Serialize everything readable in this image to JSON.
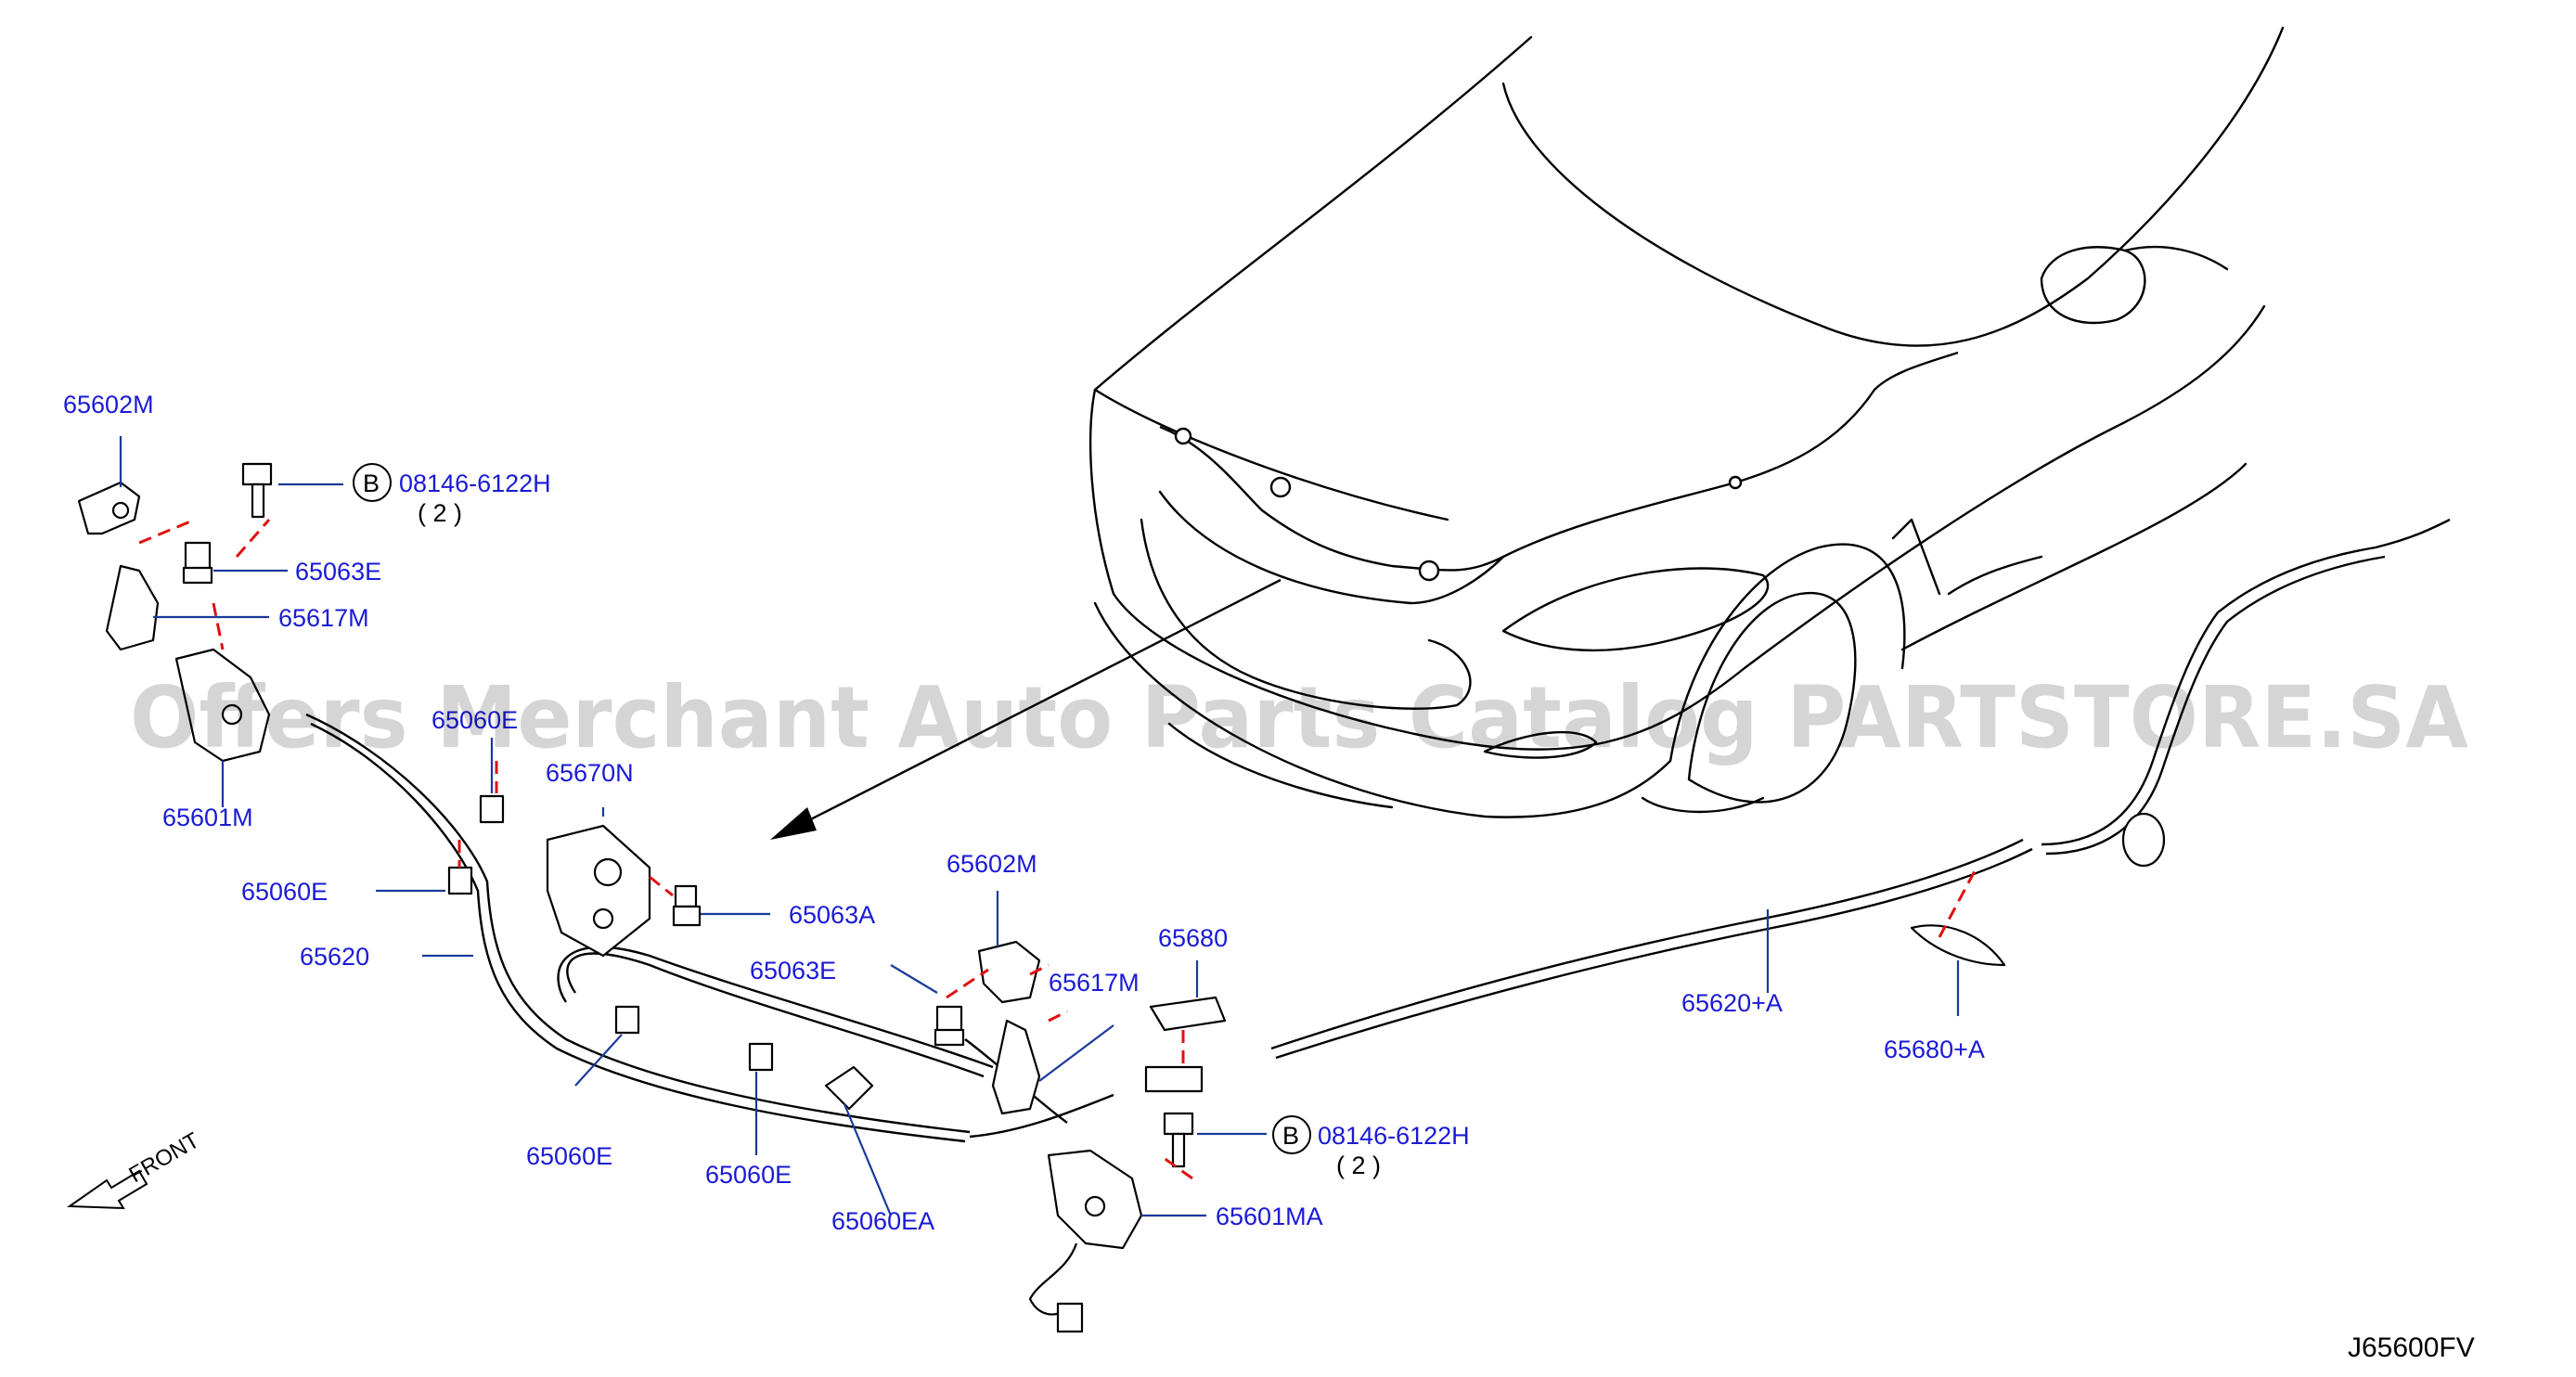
{
  "diagram_code": "J65600FV",
  "watermark": "Offers Merchant Auto Parts Catalog PARTSTORE.SA",
  "front_arrow_label": "FRONT",
  "bolt_callout": {
    "circle_letter": "B",
    "part_no": "08146-6122H",
    "quantity": "( 2 )"
  },
  "labels": {
    "l65602m_a": "65602M",
    "l65063e_a": "65063E",
    "l65617m_a": "65617M",
    "l65601m": "65601M",
    "l65060e_top": "65060E",
    "l65060e_left": "65060E",
    "l65620": "65620",
    "l65670n": "65670N",
    "l65063a": "65063A",
    "l65602m_b": "65602M",
    "l65063e_b": "65063E",
    "l65617m_b": "65617M",
    "l65680": "65680",
    "l65060e_c": "65060E",
    "l65060e_d": "65060E",
    "l65060ea": "65060EA",
    "l65601ma": "65601MA",
    "l65620a": "65620+A",
    "l65680a": "65680+A"
  }
}
